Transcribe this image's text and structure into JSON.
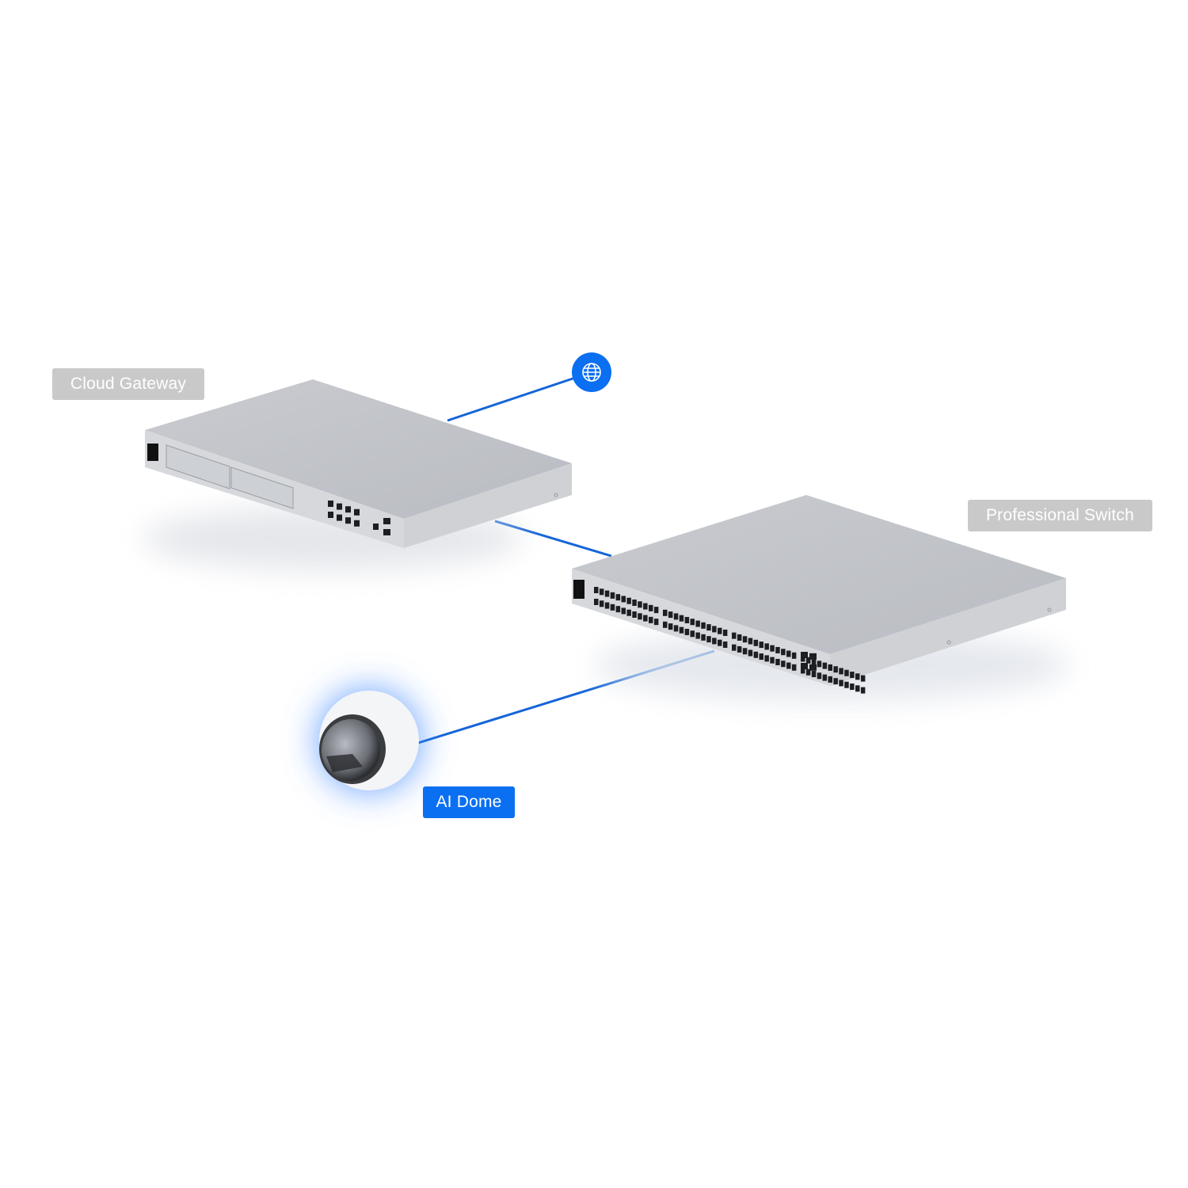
{
  "devices": [
    {
      "label": "Cloud Gateway",
      "style": "gray"
    },
    {
      "label": "Professional Switch",
      "style": "gray"
    },
    {
      "label": "AI Dome",
      "style": "highlighted"
    }
  ],
  "internet_node": {
    "icon": "globe-icon"
  },
  "colors": {
    "accent": "#0b6ff2",
    "link_line": "#1565d8",
    "label_gray": "#c9c9c9",
    "device_body": "#c4c6cb"
  }
}
